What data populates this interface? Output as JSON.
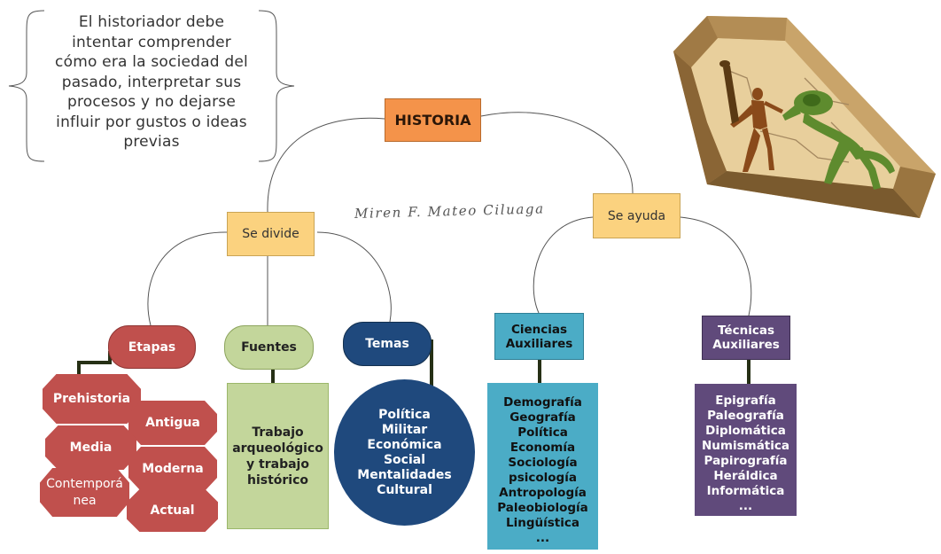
{
  "quote": [
    "El historiador debe",
    "intentar comprender",
    "cómo era la sociedad del",
    "pasado, interpretar sus",
    "procesos y no dejarse",
    "influir por gustos o ideas",
    "previas"
  ],
  "root": "HISTORIA",
  "author": "Miren F. Mateo Ciluaga",
  "branches": {
    "se_divide": "Se divide",
    "se_ayuda": "Se ayuda"
  },
  "etapas": {
    "label": "Etapas",
    "items": {
      "prehistoria": "Prehistoria",
      "antigua": "Antigua",
      "media": "Media",
      "moderna": "Moderna",
      "contemporanea_line1": "Contemporá",
      "contemporanea_line2": "nea",
      "actual": "Actual"
    }
  },
  "fuentes": {
    "label": "Fuentes",
    "body": [
      "Trabajo",
      "arqueológico",
      "y trabajo",
      "histórico"
    ]
  },
  "temas": {
    "label": "Temas",
    "items": [
      "Política",
      "Militar",
      "Económica",
      "Social",
      "Mentalidades",
      "Cultural"
    ]
  },
  "ciencias": {
    "label_line1": "Ciencias",
    "label_line2": "Auxiliares",
    "items": [
      "Demografía",
      "Geografía",
      "Política",
      "Economía",
      "Sociología",
      "psicología",
      "Antropología",
      "Paleobiología",
      "Lingüística",
      "..."
    ]
  },
  "tecnicas": {
    "label_line1": "Técnicas",
    "label_line2": "Auxiliares",
    "items": [
      "Epigrafía",
      "Paleografía",
      "Diplomática",
      "Numismática",
      "Papirografía",
      "Heráldica",
      "Informática",
      "..."
    ]
  },
  "colors": {
    "orange": "#f4934a",
    "yellow": "#fbd27f",
    "red": "#c0504d",
    "green": "#c3d69b",
    "navy": "#1f497d",
    "teal": "#4bacc6",
    "purple": "#604a7b"
  }
}
